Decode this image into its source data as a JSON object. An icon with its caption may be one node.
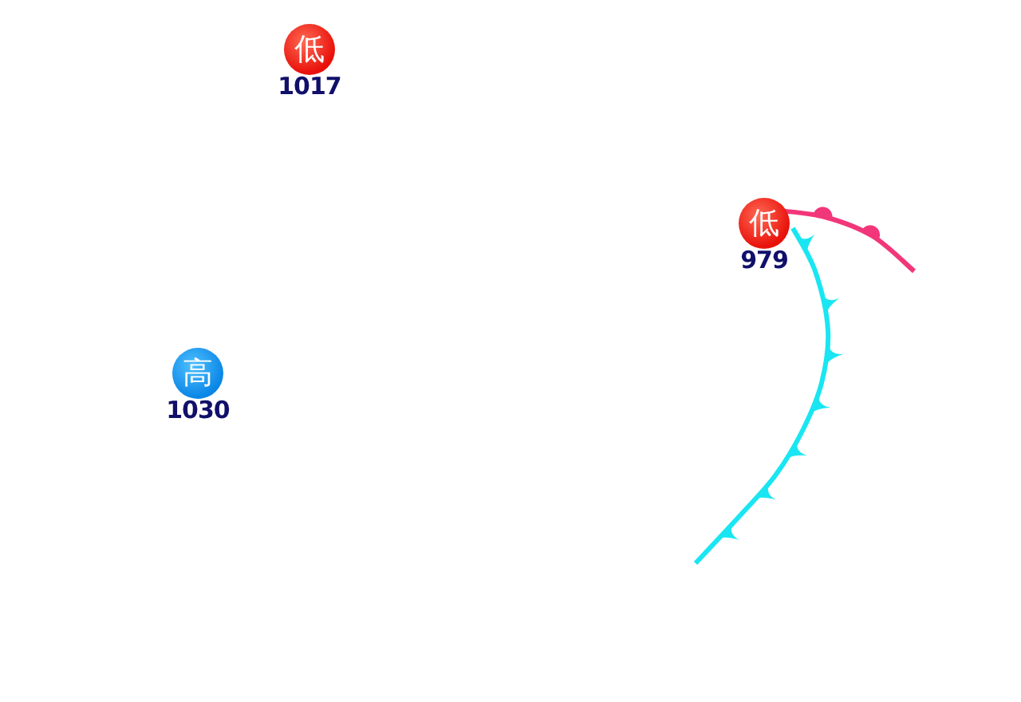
{
  "diagram": {
    "nodes": [
      {
        "text": [
          "低"
        ],
        "beside": [
          "1017"
        ]
      },
      {
        "text": [
          "低"
        ],
        "beside": [
          "979"
        ]
      },
      {
        "text": [
          "高"
        ],
        "beside": [
          "1030"
        ]
      }
    ]
  }
}
